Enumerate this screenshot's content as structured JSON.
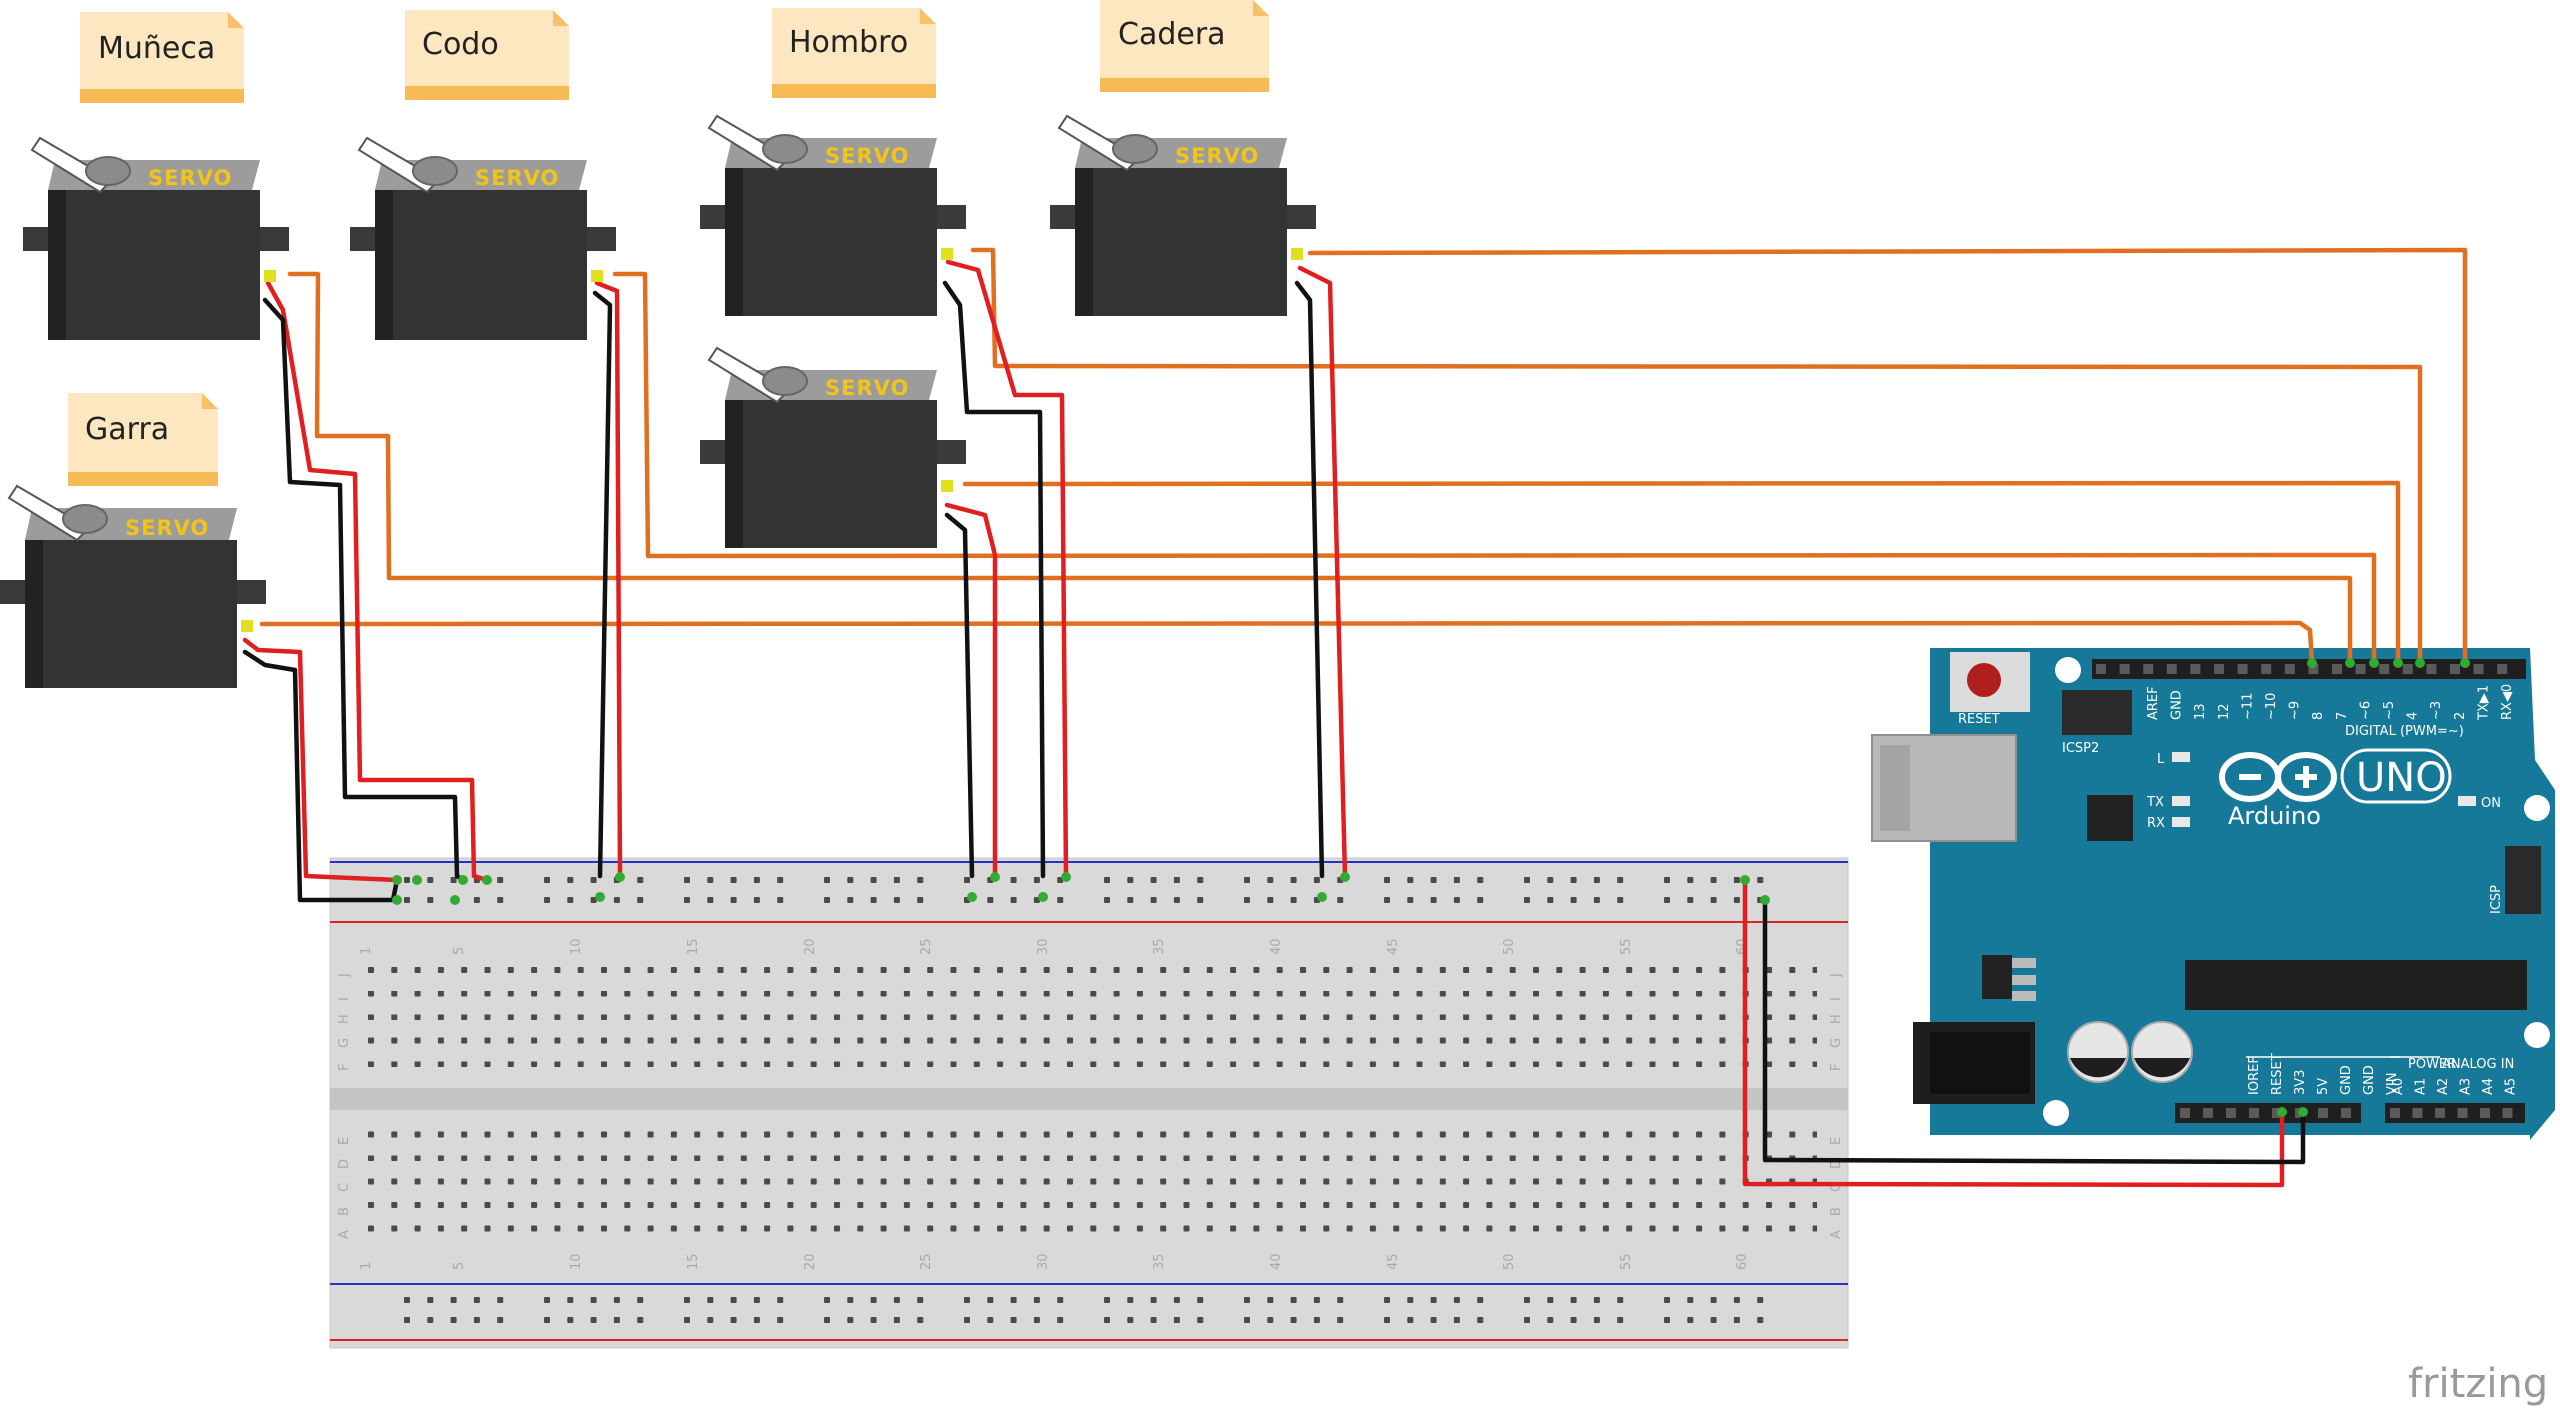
{
  "labels": {
    "munieca": "Muñeca",
    "codo": "Codo",
    "hombro": "Hombro",
    "cadera": "Cadera",
    "garra": "Garra"
  },
  "servo_label": "SERVO",
  "breadboard": {
    "column_numbers": [
      "1",
      "5",
      "10",
      "15",
      "20",
      "25",
      "30",
      "35",
      "40",
      "45",
      "50",
      "55",
      "60"
    ],
    "row_letters_top": [
      "J",
      "I",
      "H",
      "G",
      "F"
    ],
    "row_letters_bottom": [
      "E",
      "D",
      "C",
      "B",
      "A"
    ]
  },
  "arduino": {
    "reset": "RESET",
    "icsp2": "ICSP2",
    "icsp": "ICSP",
    "led_l": "L",
    "led_tx": "TX",
    "led_rx": "RX",
    "on": "ON",
    "brand": "Arduino",
    "model": "UNO",
    "digital_header": "DIGITAL (PWM=~)",
    "power_header": "POWER",
    "analog_header": "ANALOG IN",
    "digital_pins": [
      "AREF",
      "GND",
      "13",
      "12",
      "~11",
      "~10",
      "~9",
      "8",
      "7",
      "~6",
      "~5",
      "4",
      "~3",
      "2",
      "TX▶1",
      "RX◀0"
    ],
    "power_pins": [
      "IOREF",
      "RESET",
      "3V3",
      "5V",
      "GND",
      "GND",
      "VIN"
    ],
    "analog_pins": [
      "A0",
      "A1",
      "A2",
      "A3",
      "A4",
      "A5"
    ]
  },
  "watermark": "fritzing",
  "colors": {
    "signal_wire": "#e07020",
    "power_wire": "#e02020",
    "ground_wire": "#111111",
    "arduino_board": "#17799a",
    "note_fill": "#fde7c0",
    "servo_body": "#333333"
  }
}
